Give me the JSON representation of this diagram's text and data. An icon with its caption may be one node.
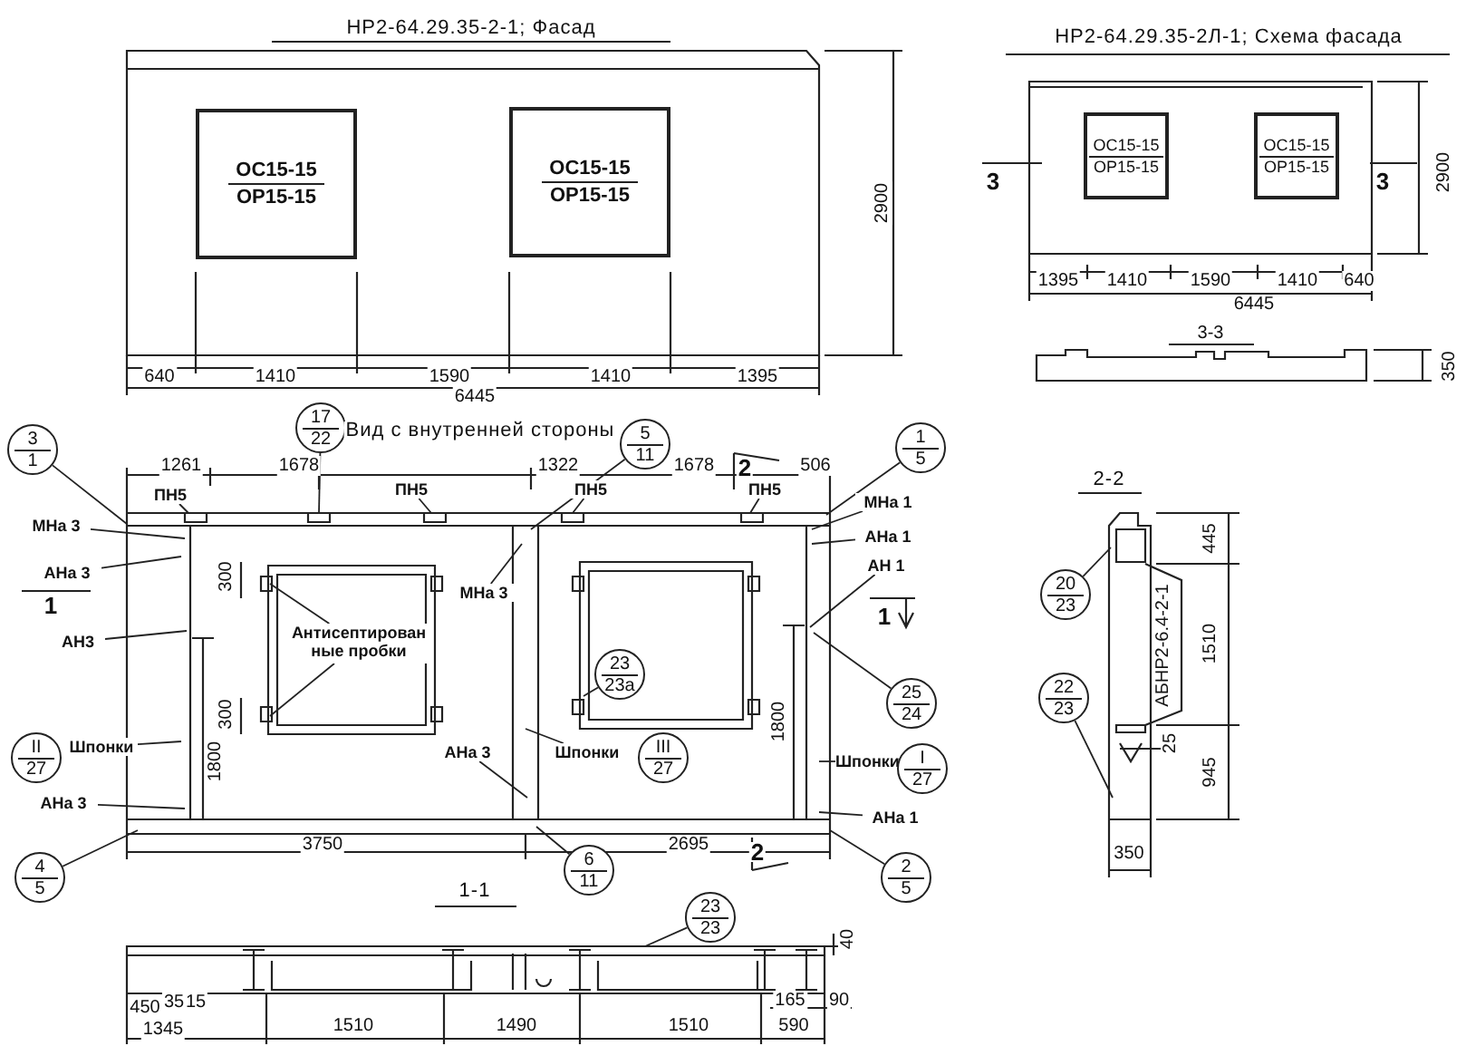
{
  "diagram": {
    "nodes": [
      {
        "text": [
          "ОС15-15",
          "ОР15-15"
        ]
      },
      {
        "text": [
          "ОС15-15",
          "ОР15-15"
        ]
      },
      {
        "text": [
          "ОС15-15",
          "ОР15-15"
        ]
      },
      {
        "text": [
          "ОС15-15",
          "ОР15-15"
        ]
      },
      {
        "text": [
          "3",
          "1"
        ]
      },
      {
        "text": [
          "17",
          "22"
        ]
      },
      {
        "text": [
          "5",
          "11"
        ]
      },
      {
        "text": [
          "1",
          "5"
        ]
      },
      {
        "text": [
          "ПН5"
        ]
      },
      {
        "text": [
          "ПН5"
        ]
      },
      {
        "text": [
          "ПН5"
        ]
      },
      {
        "text": [
          "ПН5"
        ]
      },
      {
        "text": [
          "МНа 3"
        ]
      },
      {
        "text": [
          "АНа 3"
        ]
      },
      {
        "text": [
          "МНа 1"
        ]
      },
      {
        "text": [
          "АНа 1"
        ]
      },
      {
        "text": [
          "АН 1"
        ]
      },
      {
        "text": [
          "АН3"
        ]
      },
      {
        "text": [
          "Антисептирован ные пробки"
        ]
      },
      {
        "text": [
          "МНа 3"
        ]
      },
      {
        "text": [
          "23",
          "23а"
        ]
      },
      {
        "text": [
          "25",
          "24"
        ]
      },
      {
        "text": [
          "II",
          "27"
        ]
      },
      {
        "text": [
          "Шпонки"
        ]
      },
      {
        "text": [
          "АНа 3"
        ]
      },
      {
        "text": [
          "Шпонки"
        ]
      },
      {
        "text": [
          "III",
          "27"
        ]
      },
      {
        "text": [
          "Шпонки"
        ]
      },
      {
        "text": [
          "I",
          "27"
        ]
      },
      {
        "text": [
          "АНа 3"
        ]
      },
      {
        "text": [
          "АНа 1"
        ]
      },
      {
        "text": [
          "4",
          "5"
        ]
      },
      {
        "text": [
          "6",
          "11"
        ]
      },
      {
        "text": [
          "2",
          "5"
        ]
      },
      {
        "text": [
          "23",
          "23"
        ]
      },
      {
        "text": [
          "20",
          "23"
        ]
      },
      {
        "text": [
          "22",
          "23"
        ]
      }
    ],
    "edges": [
      {
        "from": 4,
        "to": null,
        "arrow": "none"
      },
      {
        "from": 5,
        "to": null,
        "arrow": "none"
      },
      {
        "from": 6,
        "to": null,
        "arrow": "none"
      },
      {
        "from": 7,
        "to": null,
        "arrow": "none"
      },
      {
        "from": 8,
        "to": null,
        "arrow": "none"
      },
      {
        "from": 9,
        "to": null,
        "arrow": "none"
      },
      {
        "from": 10,
        "to": null,
        "arrow": "none"
      },
      {
        "from": 11,
        "to": null,
        "arrow": "none"
      },
      {
        "from": 12,
        "to": null,
        "arrow": "none"
      },
      {
        "from": 13,
        "to": null,
        "arrow": "none"
      },
      {
        "from": 14,
        "to": null,
        "arrow": "none"
      },
      {
        "from": 15,
        "to": null,
        "arrow": "none"
      },
      {
        "from": 16,
        "to": null,
        "arrow": "none"
      },
      {
        "from": 17,
        "to": null,
        "arrow": "none"
      },
      {
        "from": 18,
        "to": null,
        "arrow": "none"
      },
      {
        "from": 18,
        "to": null,
        "arrow": "none"
      },
      {
        "from": 19,
        "to": null,
        "arrow": "none"
      },
      {
        "from": 20,
        "to": null,
        "arrow": "none"
      },
      {
        "from": 21,
        "to": null,
        "arrow": "none"
      },
      {
        "from": 23,
        "to": null,
        "arrow": "none"
      },
      {
        "from": 24,
        "to": null,
        "arrow": "none"
      },
      {
        "from": 25,
        "to": null,
        "arrow": "none"
      },
      {
        "from": 27,
        "to": null,
        "arrow": "none"
      },
      {
        "from": 29,
        "to": null,
        "arrow": "none"
      },
      {
        "from": 30,
        "to": null,
        "arrow": "none"
      },
      {
        "from": 31,
        "to": null,
        "arrow": "none"
      },
      {
        "from": 32,
        "to": null,
        "arrow": "none"
      },
      {
        "from": 33,
        "to": null,
        "arrow": "none"
      },
      {
        "from": 34,
        "to": null,
        "arrow": "none"
      },
      {
        "from": 35,
        "to": null,
        "arrow": "none"
      },
      {
        "from": 36,
        "to": null,
        "arrow": "none"
      }
    ],
    "labels": [
      "НР2-64.29.35-2-1; Фасад",
      "2900",
      "640",
      "1410",
      "1590",
      "1410",
      "1395",
      "6445",
      "НР2-64.29.35-2Л-1; Схема фасада",
      "3",
      "3",
      "2900",
      "1395",
      "1410",
      "1590",
      "1410",
      "640",
      "6445",
      "3-3",
      "350",
      "Вид с внутренней стороны",
      "1261",
      "1678",
      "1322",
      "1678",
      "2",
      "506",
      "1",
      "1",
      "300",
      "300",
      "1800",
      "1800",
      "3750",
      "2695",
      "2",
      "1-1",
      "40",
      "450",
      "35",
      "15",
      "165",
      "90",
      "1345",
      "1510",
      "1490",
      "1510",
      "590",
      "2-2",
      "445",
      "АБНР2-6.4-2-1",
      "1510",
      "25",
      "945",
      "350"
    ]
  }
}
